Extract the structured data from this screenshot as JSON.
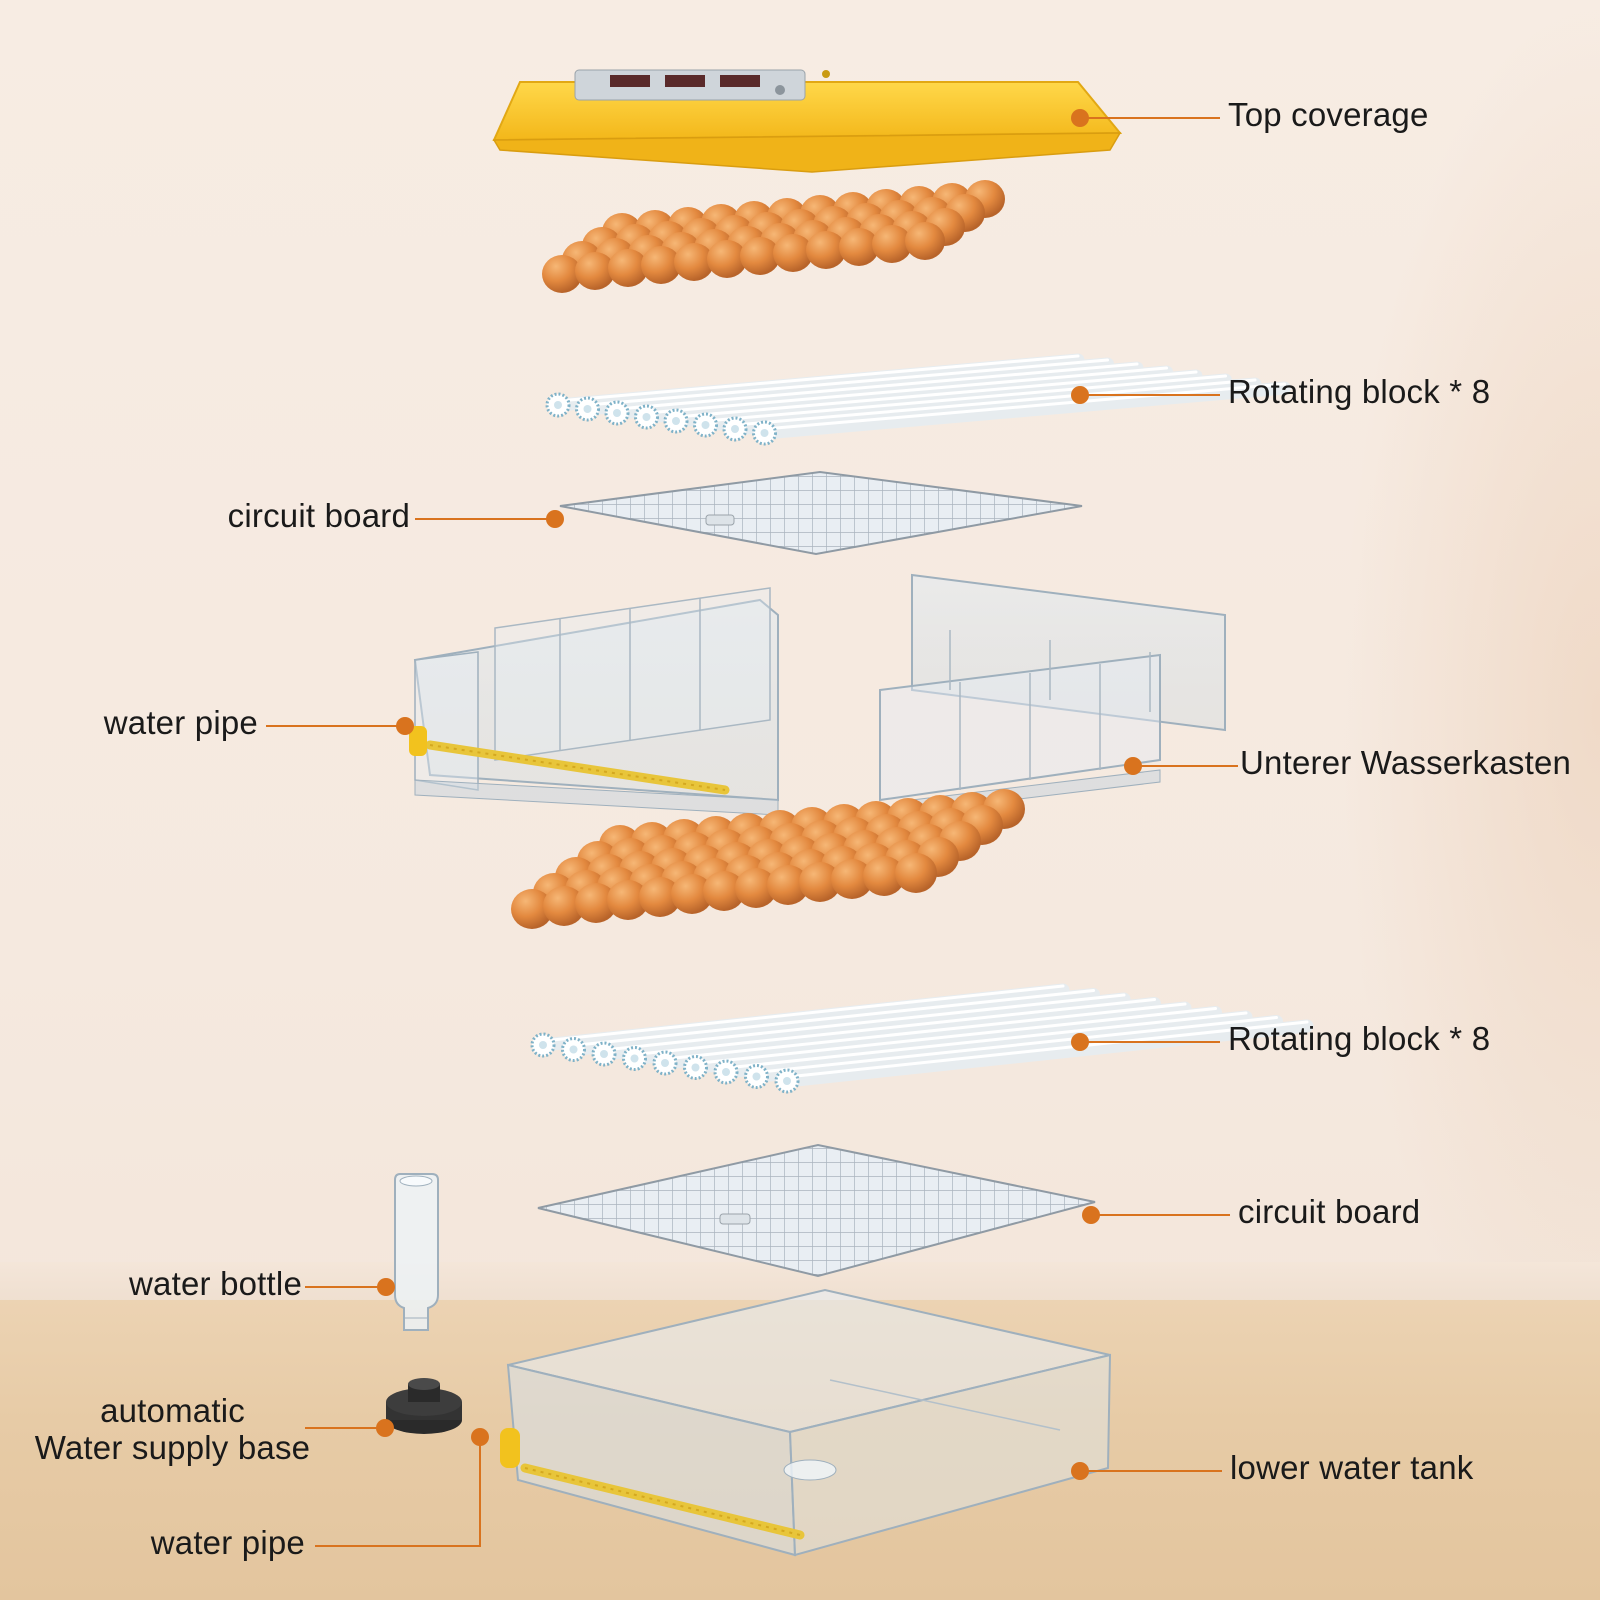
{
  "labels": {
    "top_coverage": "Top coverage",
    "rotating_block_upper": "Rotating block * 8",
    "circuit_board_upper": "circuit board",
    "water_pipe_upper": "water pipe",
    "unterer_wasserkasten": "Unterer Wasserkasten",
    "rotating_block_lower": "Rotating block * 8",
    "circuit_board_lower": "circuit board",
    "water_bottle": "water bottle",
    "automatic_line1": "automatic",
    "automatic_line2": "Water supply base",
    "lower_water_tank": "lower water tank",
    "water_pipe_lower": "water pipe"
  },
  "colors": {
    "leader": "#d9731e",
    "marker": "#d9731e",
    "lid": "#f5c11f",
    "egg": "#e3893f"
  }
}
